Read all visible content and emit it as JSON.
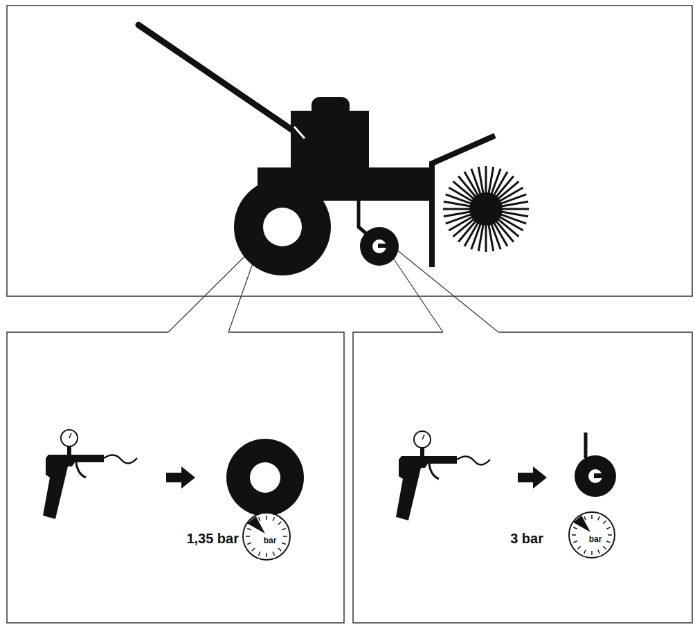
{
  "diagram": {
    "labels": [
      "1,35 bar",
      "bar",
      "3 bar",
      "bar"
    ]
  }
}
